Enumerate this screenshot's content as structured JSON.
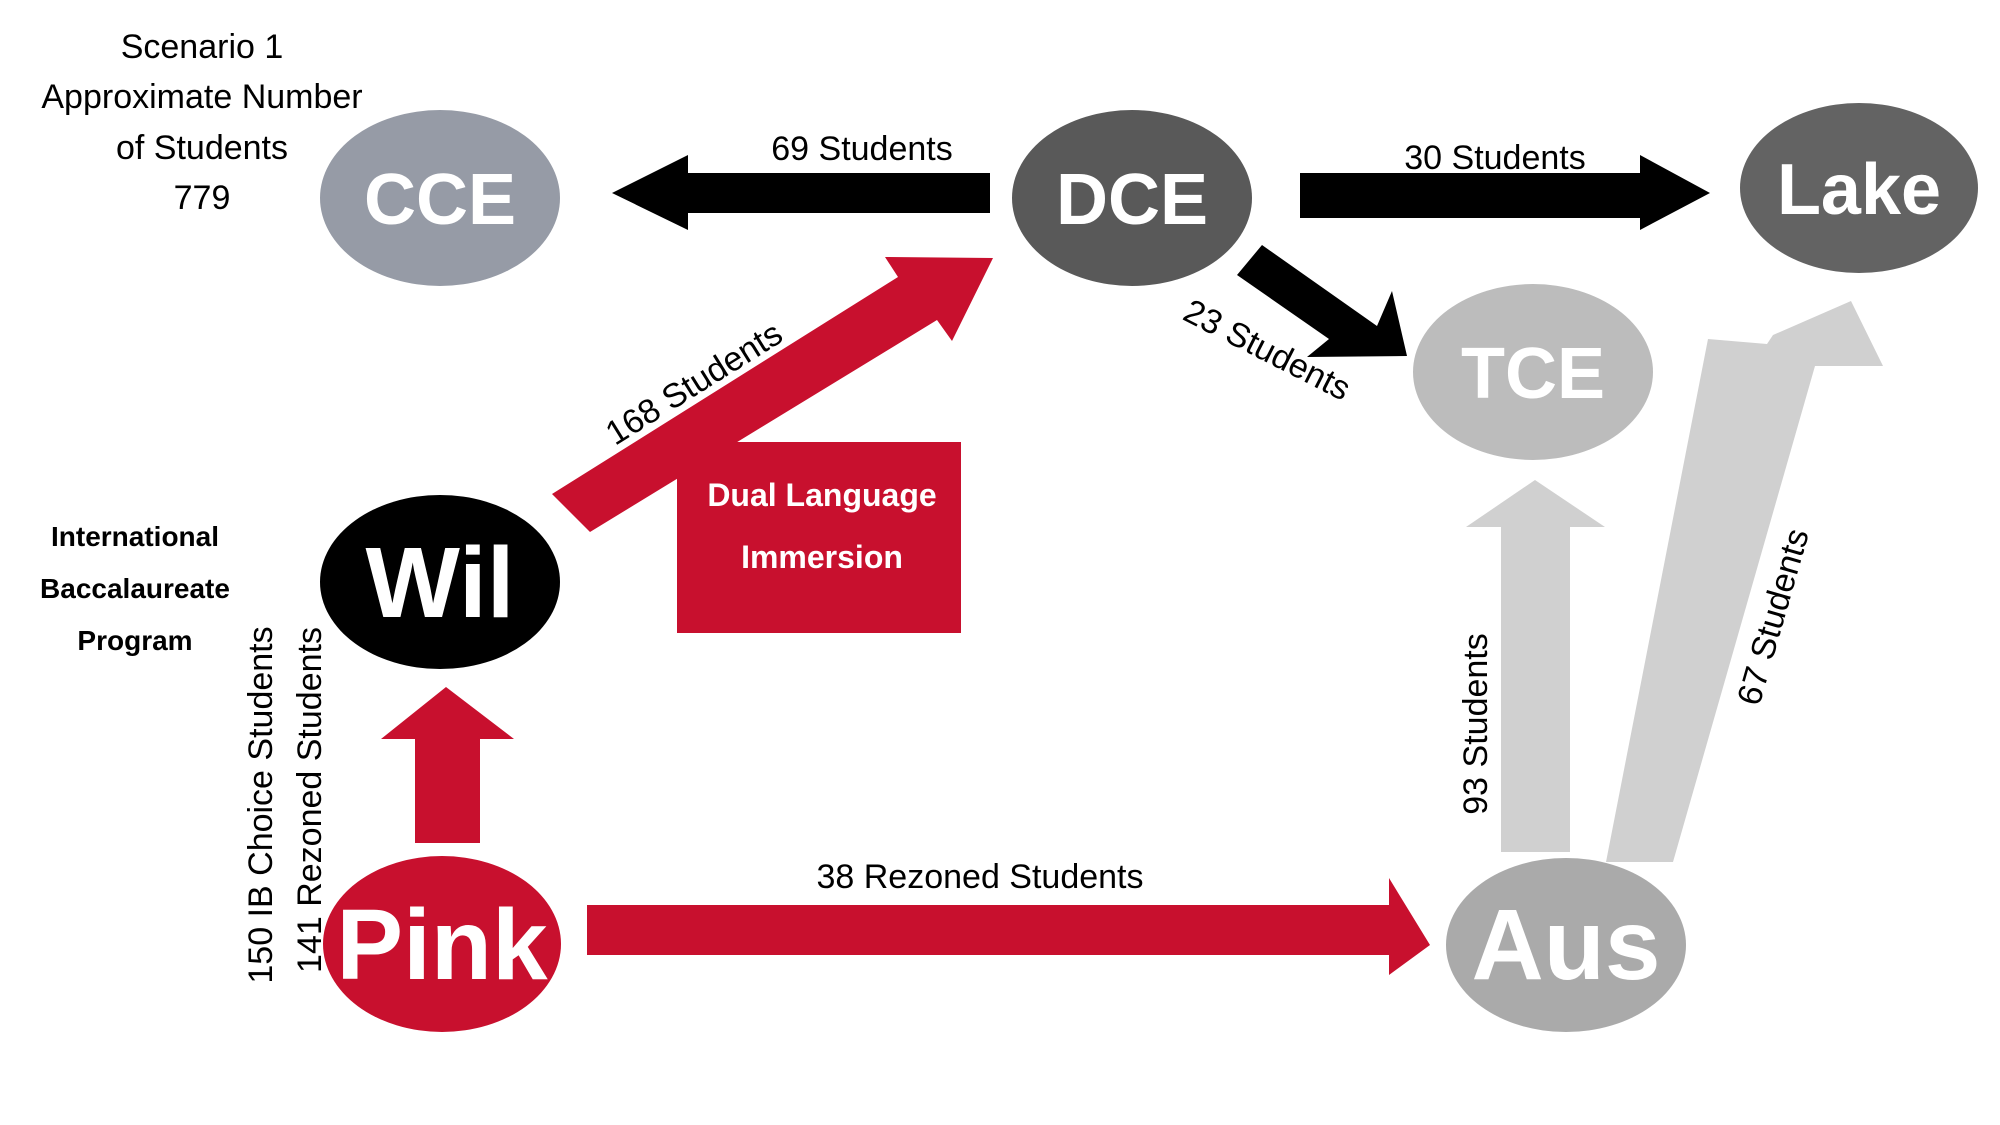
{
  "scenario": {
    "line1": "Scenario 1",
    "line2": "Approximate Number",
    "line3": "of Students",
    "line4": "779"
  },
  "ib_program": {
    "line1": "International",
    "line2": "Baccalaureate",
    "line3": "Program"
  },
  "schools": {
    "cce": "CCE",
    "dce": "DCE",
    "lake": "Lake",
    "tce": "TCE",
    "wil": "Wil",
    "pink": "Pink",
    "aus": "Aus"
  },
  "dual_language": {
    "line1": "Dual Language",
    "line2": "Immersion"
  },
  "flows": {
    "dce_to_cce": "69 Students",
    "dce_to_lake": "30 Students",
    "dce_to_tce": "23 Students",
    "wil_to_dce": "168 Students",
    "pink_to_wil_choice": "150 IB Choice Students",
    "pink_to_wil_rezoned": "141 Rezoned Students",
    "pink_to_aus": "38 Rezoned Students",
    "aus_to_tce": "93 Students",
    "aus_to_lake": "67 Students"
  },
  "colors": {
    "red": "#C8102E",
    "black": "#000000",
    "cce": "#969BA6",
    "dce": "#595959",
    "lake": "#636363",
    "tce": "#BCBCBC",
    "aus": "#AAAAAA",
    "light_arrow": "#D0D0D0"
  }
}
